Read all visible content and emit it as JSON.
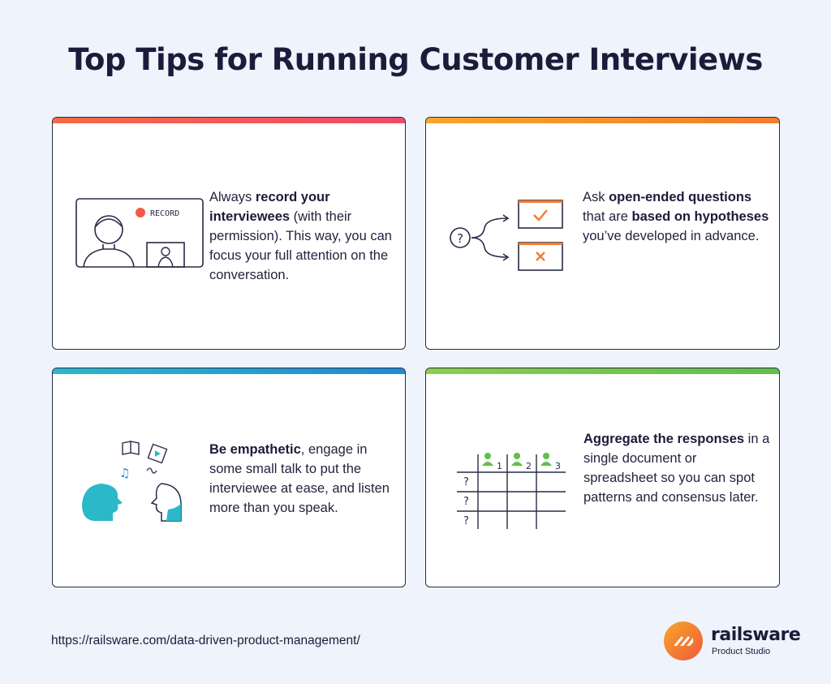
{
  "title": "Top Tips for Running Customer Interviews",
  "colors": {
    "card1_bar": "#f2486a",
    "card2_bar": "#f47c2c",
    "card3_bar": "#1f8ad3",
    "card4_bar": "#5ebf49",
    "dark": "#1c1b3a",
    "background": "#eef3fc"
  },
  "cards": [
    {
      "icon": "video-call-record-icon",
      "illustration_text": "RECORD",
      "segments": [
        {
          "text": "Always ",
          "bold": false
        },
        {
          "text": "record your interviewees",
          "bold": true
        },
        {
          "text": " (with their permission). This way, you can focus your full attention on the conversation.",
          "bold": false
        }
      ]
    },
    {
      "icon": "question-branch-icon",
      "segments": [
        {
          "text": "Ask ",
          "bold": false
        },
        {
          "text": "open-ended questions",
          "bold": true
        },
        {
          "text": " that are ",
          "bold": false
        },
        {
          "text": "based on hypotheses",
          "bold": true
        },
        {
          "text": " you’ve developed in advance.",
          "bold": false
        }
      ]
    },
    {
      "icon": "conversation-faces-icon",
      "segments": [
        {
          "text": "Be empathetic",
          "bold": true
        },
        {
          "text": ", engage in some small talk to put the interviewee at ease, and listen more than you speak.",
          "bold": false
        }
      ]
    },
    {
      "icon": "response-grid-icon",
      "illustration_labels": {
        "rows": [
          "?",
          "?",
          "?"
        ],
        "cols": [
          "1",
          "2",
          "3"
        ]
      },
      "segments": [
        {
          "text": "Aggregate the responses",
          "bold": true
        },
        {
          "text": " in a single document or spreadsheet so you can spot patterns and consensus later.",
          "bold": false
        }
      ]
    }
  ],
  "footer": {
    "url": "https://railsware.com/data-driven-product-management/",
    "brand_name": "railsware",
    "brand_sub": "Product Studio"
  }
}
